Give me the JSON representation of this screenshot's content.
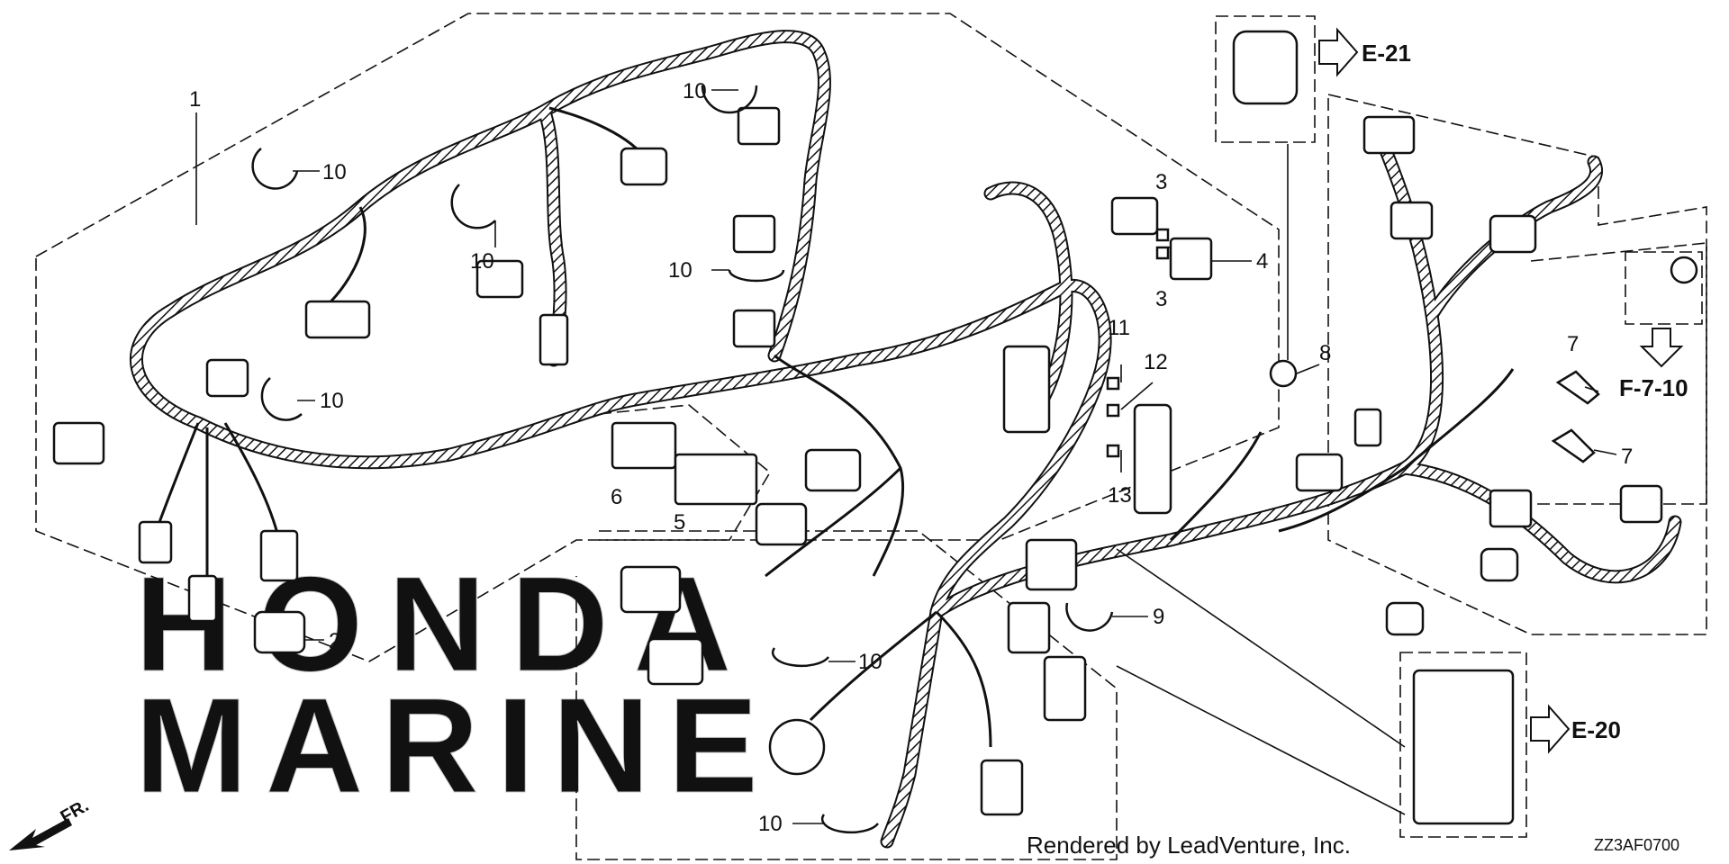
{
  "callouts": {
    "c1": "1",
    "c2": "2",
    "c3a": "3",
    "c3b": "3",
    "c4": "4",
    "c5": "5",
    "c6": "6",
    "c7a": "7",
    "c7b": "7",
    "c8": "8",
    "c9": "9",
    "c10a": "10",
    "c10b": "10",
    "c10c": "10",
    "c10d": "10",
    "c10e": "10",
    "c10f": "10",
    "c10g": "10",
    "c11": "11",
    "c12": "12",
    "c13": "13"
  },
  "references": {
    "e21": "E-21",
    "e20": "E-20",
    "f710": "F-7-10"
  },
  "watermark": {
    "line1": "HONDA",
    "line2": "MARINE"
  },
  "orientation_label": "FR.",
  "footer": {
    "credit": "Rendered by LeadVenture, Inc.",
    "diagram_code": "ZZ3AF0700"
  },
  "colors": {
    "line": "#111111",
    "watermark_dots": "#b5b5b5",
    "background": "#ffffff"
  }
}
